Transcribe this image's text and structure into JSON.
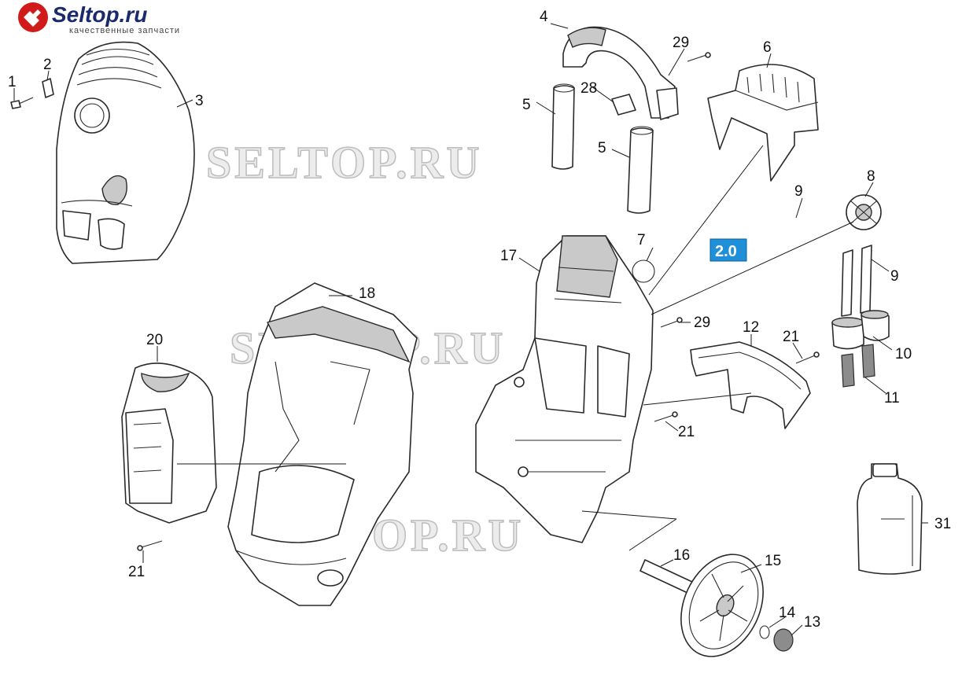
{
  "logo": {
    "name": "Seltop.ru",
    "tagline": "качественные запчасти"
  },
  "watermarks": [
    "SELTOP.RU",
    "SELTOP.RU",
    "SELTOP.RU"
  ],
  "badge": {
    "label": "2.0",
    "color": "#1e8fd8"
  },
  "callouts": [
    "1",
    "2",
    "3",
    "4",
    "5",
    "5",
    "6",
    "7",
    "8",
    "9",
    "9",
    "10",
    "11",
    "12",
    "13",
    "14",
    "15",
    "16",
    "17",
    "18",
    "20",
    "21",
    "21",
    "21",
    "28",
    "29",
    "29",
    "31"
  ],
  "colors": {
    "line": "#2a2a2a",
    "accent": "#1e8fd8",
    "logo_blue": "#1b2a6b",
    "logo_red": "#d11a1a"
  }
}
